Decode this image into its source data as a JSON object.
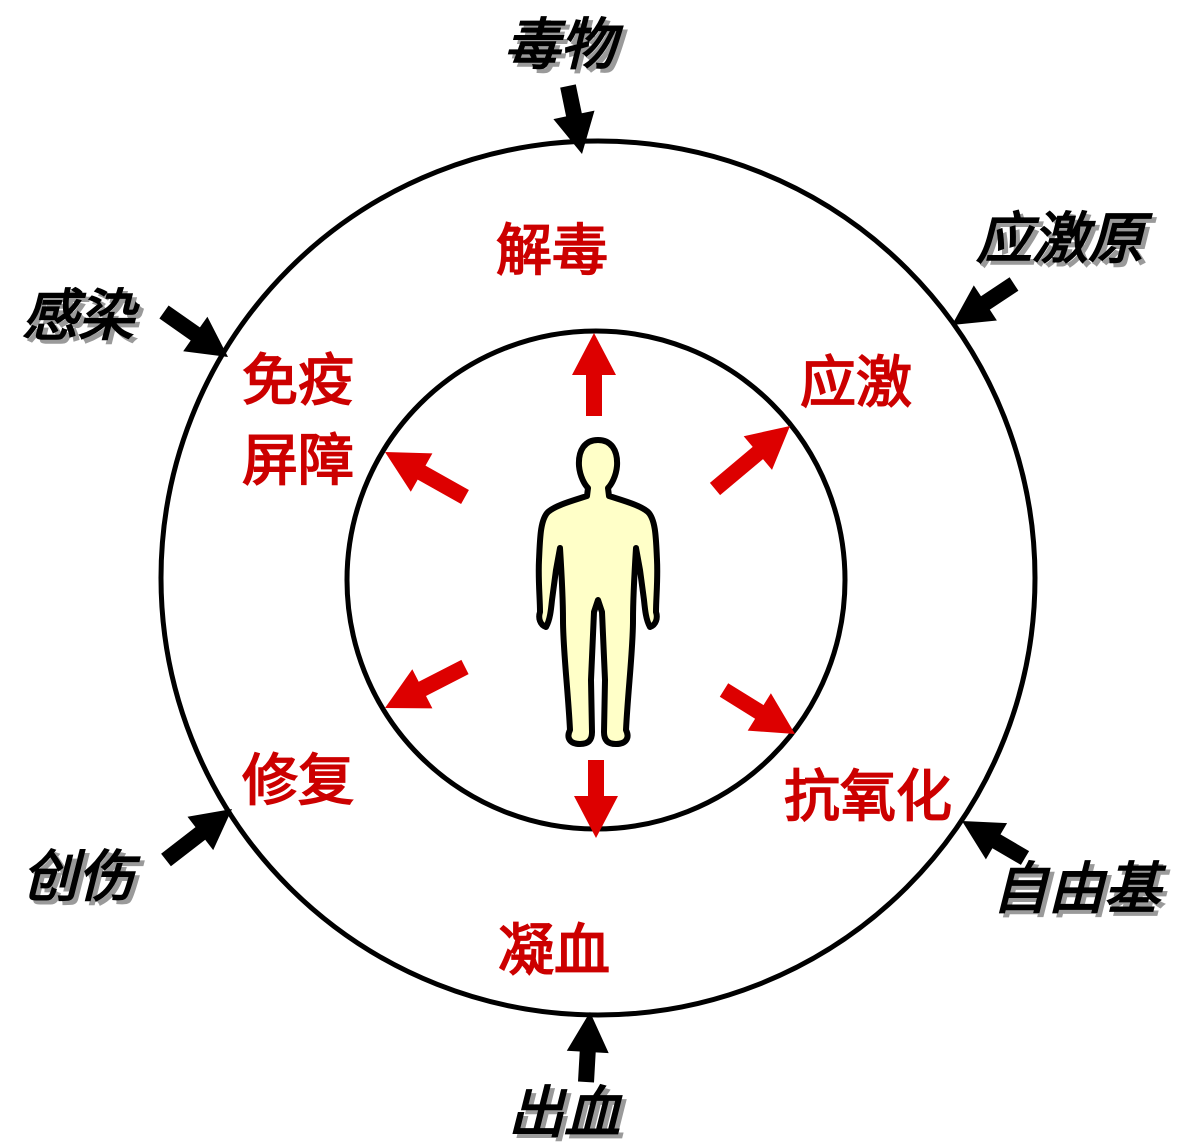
{
  "colors": {
    "defense_text": "#cc0000",
    "defense_arrow": "#dd0000",
    "threat_text": "#000000",
    "threat_arrow": "#000000",
    "ring_stroke": "#000000",
    "body_fill": "#ffffc8",
    "body_stroke": "#000000"
  },
  "threats": {
    "top": "毒物",
    "upper_left": "感染",
    "upper_right": "应激原",
    "lower_left": "创伤",
    "lower_right": "自由基",
    "bottom": "出血"
  },
  "defenses": {
    "top": "解毒",
    "upper_left_line1": "免疫",
    "upper_left_line2": "屏障",
    "upper_right": "应激",
    "lower_left": "修复",
    "lower_right": "抗氧化",
    "bottom": "凝血"
  },
  "icons": {
    "center": "human-body-icon"
  }
}
